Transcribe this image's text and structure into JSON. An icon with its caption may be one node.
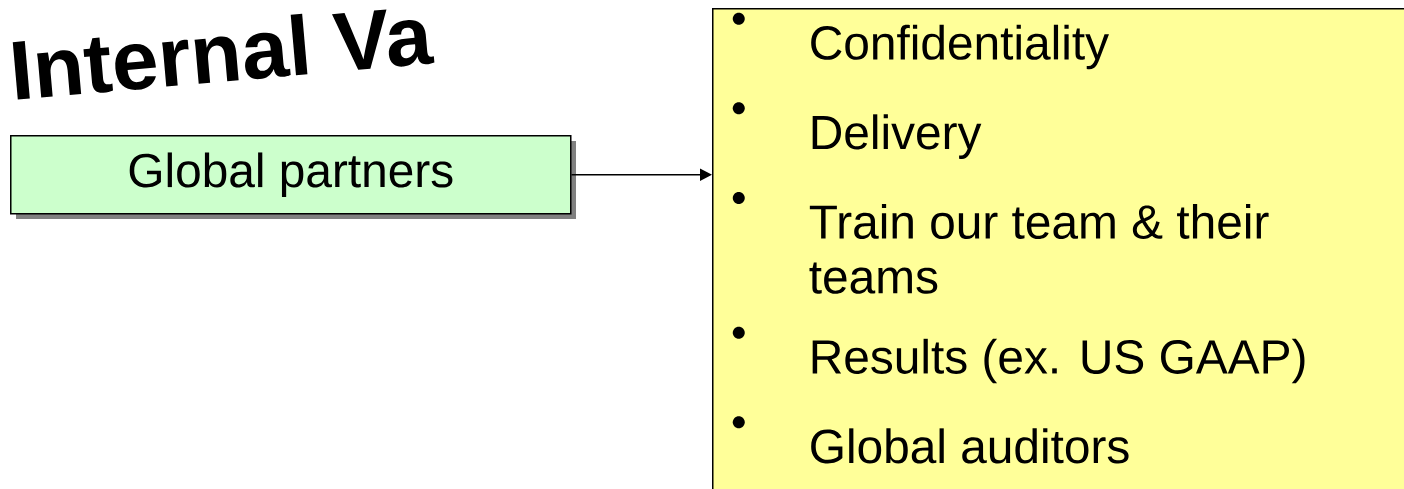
{
  "diagram": {
    "title": "Internal Va",
    "nodes": [
      {
        "text": [
          "Global partners"
        ]
      },
      {
        "text": [
          "Confidentiality",
          "Delivery",
          "Train our team & their teams",
          "Results (ex. US GAAP)",
          "Global auditors"
        ]
      }
    ],
    "edges": [
      {
        "from": 0,
        "to": 1,
        "arrow": "to"
      }
    ]
  }
}
